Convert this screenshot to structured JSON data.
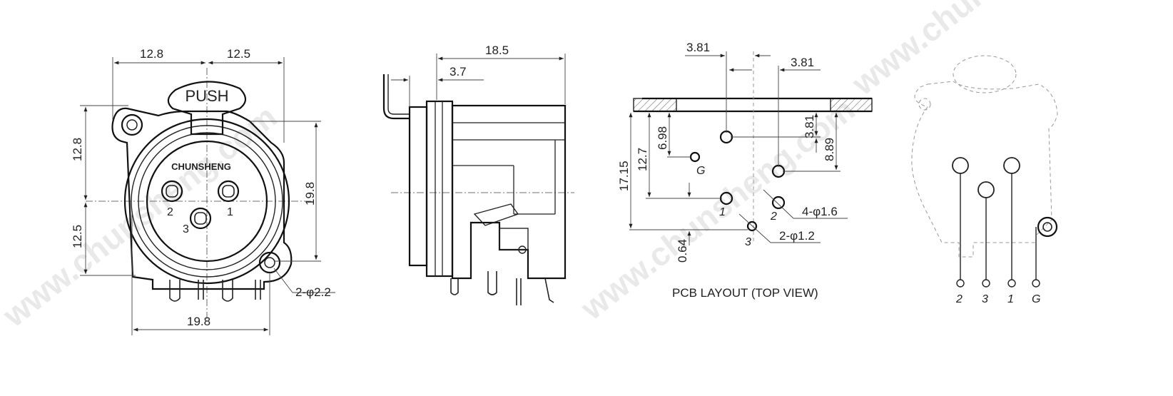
{
  "front_view": {
    "dims": {
      "top_left": "12.8",
      "top_right": "12.5",
      "left_upper": "12.8",
      "left_lower": "12.5",
      "right_height": "19.8",
      "bottom_width": "19.8",
      "mount_hole": "2-φ2.2"
    },
    "push_label": "PUSH",
    "brand_label": "CHUNSHENG",
    "pin_labels": [
      "2",
      "1",
      "3"
    ]
  },
  "side_view": {
    "dims": {
      "length": "18.5",
      "flange": "3.7"
    }
  },
  "pcb_layout": {
    "dims": {
      "top_left_pitch": "3.81",
      "top_right_pitch": "3.81",
      "v_3_81": "3.81",
      "v_8_89": "8.89",
      "v_6_98": "6.98",
      "v_12_7": "12.7",
      "v_17_15": "17.15",
      "v_0_64": "0.64",
      "holes_large": "4-φ1.6",
      "holes_small": "2-φ1.2"
    },
    "hole_labels": [
      "G",
      "1",
      "2",
      "3"
    ],
    "caption": "PCB LAYOUT (TOP VIEW)"
  },
  "rear_view": {
    "pin_labels": [
      "2",
      "3",
      "1",
      "G"
    ]
  },
  "watermarks": [
    "www.chunsheng.com",
    "www.chunsheng.com",
    "www.chunsheng.com"
  ],
  "colors": {
    "line": "#222222",
    "watermark": "#d8d8d8",
    "hatch": "#555555"
  }
}
